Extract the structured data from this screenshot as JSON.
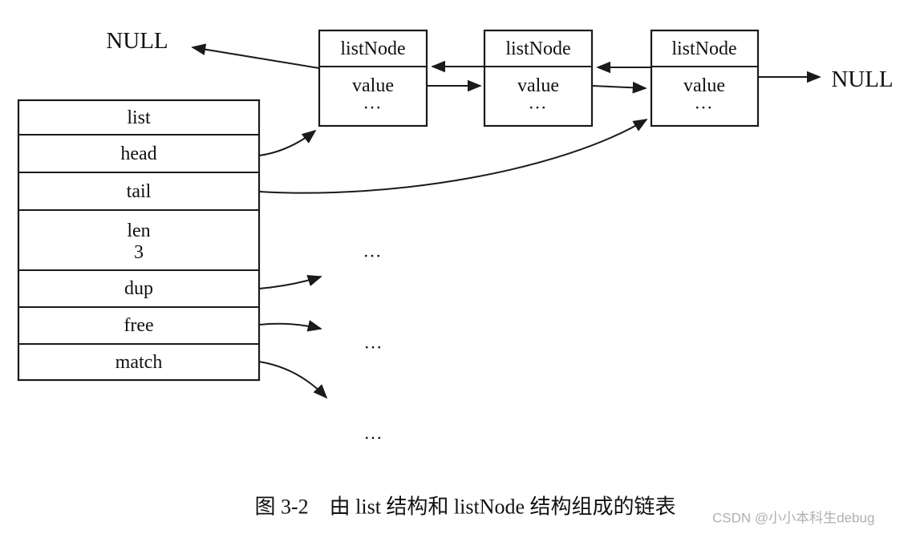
{
  "figure": {
    "null_left": "NULL",
    "null_right": "NULL",
    "list_struct": {
      "rows": {
        "list": "list",
        "head": "head",
        "tail": "tail",
        "len_label": "len",
        "len_value": "3",
        "dup": "dup",
        "free": "free",
        "match": "match"
      }
    },
    "nodes": [
      {
        "title": "listNode",
        "value": "value",
        "more": "..."
      },
      {
        "title": "listNode",
        "value": "value",
        "more": "..."
      },
      {
        "title": "listNode",
        "value": "value",
        "more": "..."
      }
    ],
    "ellipses": [
      "...",
      "...",
      "..."
    ],
    "caption": "图 3-2　由 list 结构和 listNode 结构组成的链表",
    "watermark": "CSDN @小小本科生debug",
    "colors": {
      "line": "#1a1a1a",
      "text": "#111111",
      "watermark": "#b0b0b0",
      "background": "#ffffff"
    }
  }
}
